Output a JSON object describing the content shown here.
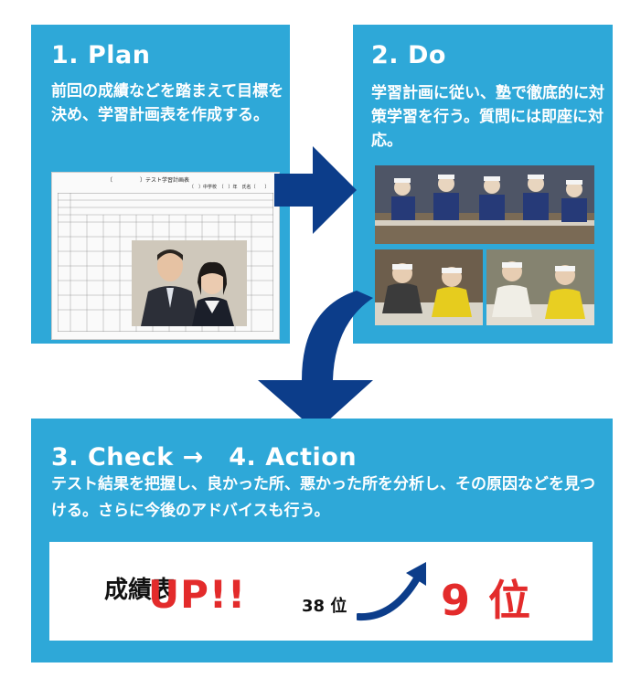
{
  "plan": {
    "title": "1. Plan",
    "text": "前回の成績などを踏まえて目標を決め、学習計画表を作成する。",
    "sheet_title": "〔　　　　　〕テスト学習計画表",
    "sheet_meta": "〔　〕中学校　〔　〕年　氏名〔　　〕"
  },
  "do": {
    "title": "2. Do",
    "text": "学習計画に従い、塾で徹底的に対策学習を行う。質問には即座に対応。"
  },
  "check": {
    "title": "3. Check →　4. Action",
    "text": "テスト結果を把握し、良かった所、悪かった所を分析し、その原因などを見つける。さらに今後のアドバイスも行う。"
  },
  "result": {
    "label": "成績表",
    "up": "UP!!",
    "rank_before": "38 位",
    "rank_after": "9 位"
  },
  "colors": {
    "panel": "#2ea8d8",
    "arrow": "#0c3d8a",
    "accent_red": "#e32b2b"
  }
}
